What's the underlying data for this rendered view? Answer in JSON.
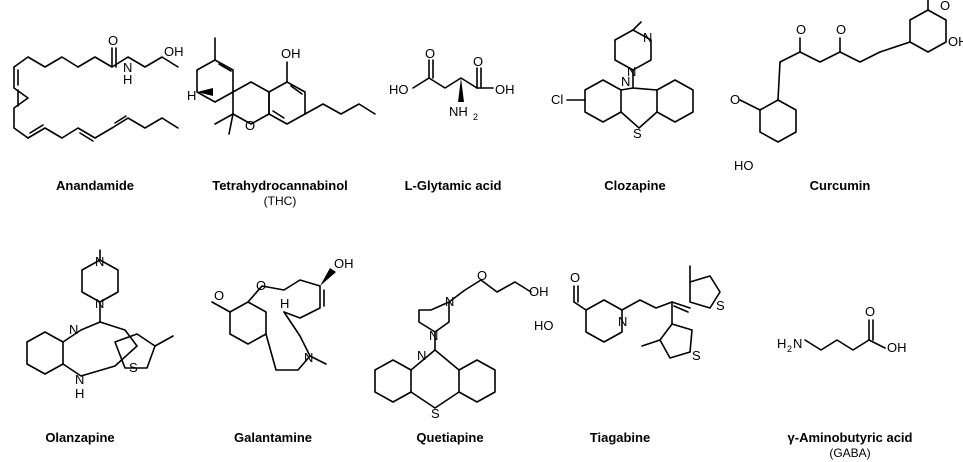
{
  "compounds": [
    {
      "name": "Anandamide",
      "abbr": ""
    },
    {
      "name": "Tetrahydrocannabinol",
      "abbr": "(THC)"
    },
    {
      "name": "L-Glytamic acid",
      "abbr": ""
    },
    {
      "name": "Clozapine",
      "abbr": ""
    },
    {
      "name": "Curcumin",
      "abbr": ""
    },
    {
      "name": "Olanzapine",
      "abbr": ""
    },
    {
      "name": "Galantamine",
      "abbr": ""
    },
    {
      "name": "Quetiapine",
      "abbr": ""
    },
    {
      "name": "Tiagabine",
      "abbr": ""
    },
    {
      "name": "γ-Aminobutyric acid",
      "abbr": "(GABA)"
    }
  ],
  "atoms": {
    "oxygen": "O",
    "nitrogen": "N",
    "sulfur": "S",
    "hydroxyl": "OH",
    "hydroxyl_left": "HO",
    "amine_h": "H",
    "amine_nh2": "NH",
    "sub_2": "2",
    "amine_h2n": "H",
    "chlorine": "Cl"
  }
}
